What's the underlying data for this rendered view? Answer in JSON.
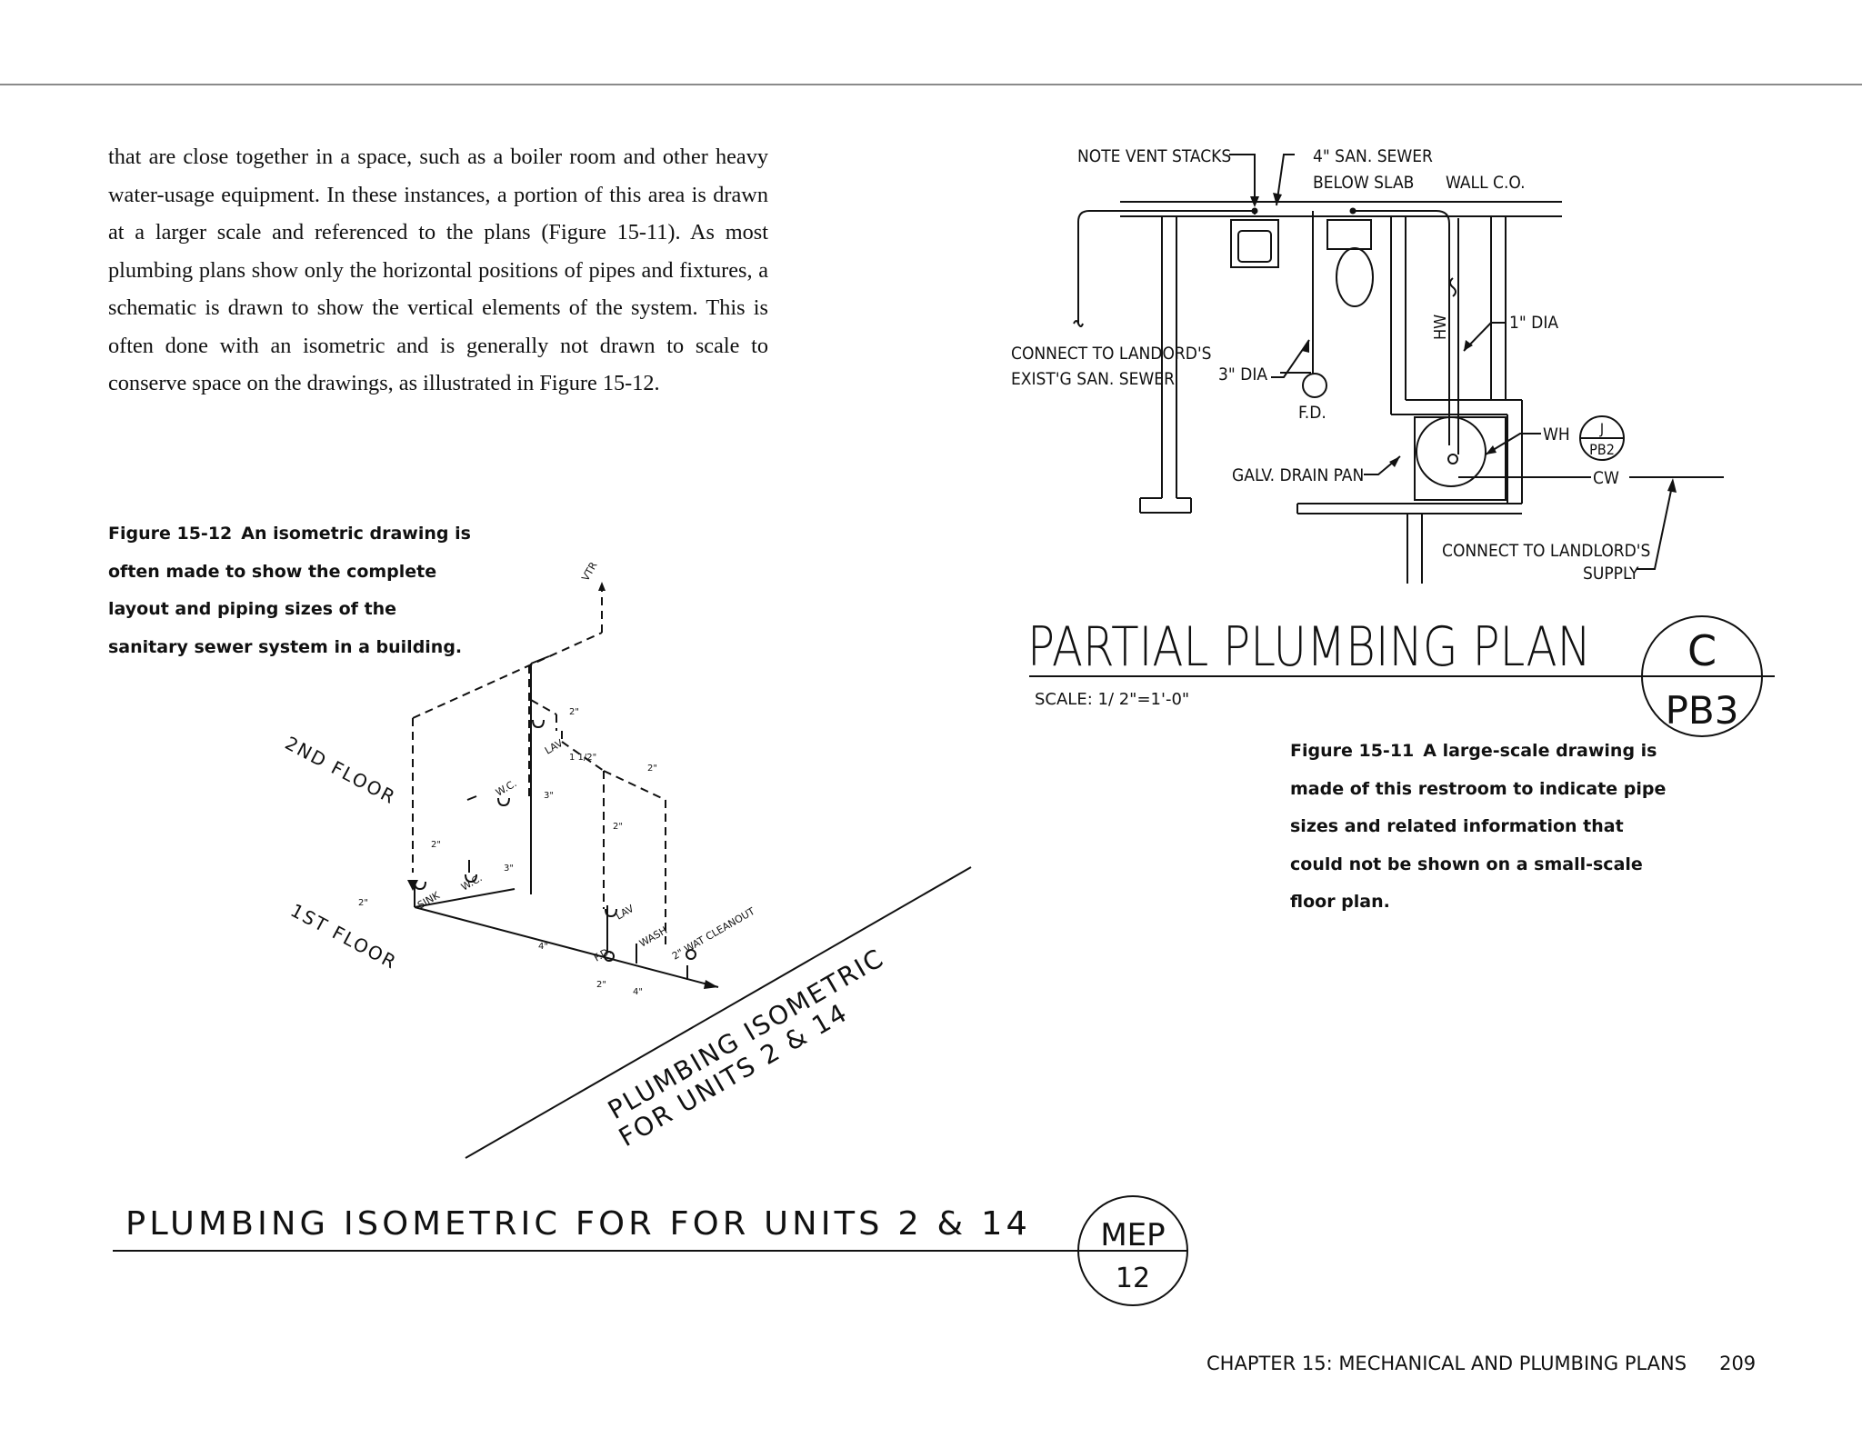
{
  "body_paragraph": "that are close together in a space, such as a boiler room and other heavy water-usage equipment. In these instances, a portion of this area is drawn at a larger scale and referenced to the plans (Figure 15-11). As most plumbing plans show only the horizontal positions of pipes and fixtures, a schematic is drawn to show the vertical elements of the system. This is often done with an isometric and is generally not drawn to scale to conserve space on the drawings, as illustrated in Figure 15-12.",
  "figure_15_12": {
    "label": "Figure 15-12",
    "caption": "An isometric drawing is often made to show the complete layout and piping sizes of the sanitary sewer system in a building.",
    "labels": {
      "vtr": "VTR",
      "second_floor": "2ND FLOOR",
      "first_floor": "1ST FLOOR",
      "lav_upper": "LAV",
      "wc_upper": "W.C.",
      "sink": "SINK",
      "wc_lower": "W.C.",
      "lav_lower": "LAV",
      "fd": "F.D.",
      "wash": "WASH",
      "cleanout": "2\" WAT CLEANOUT",
      "size_2": "2\"",
      "size_1_5": "1 1/2\"",
      "size_3": "3\"",
      "size_4": "4\"",
      "diagonal_line1": "PLUMBING ISOMETRIC",
      "diagonal_line2": "FOR UNITS 2 & 14"
    },
    "title": "PLUMBING ISOMETRIC FOR FOR UNITS 2 & 14",
    "bubble_top": "MEP",
    "bubble_bottom": "12"
  },
  "figure_15_11": {
    "label": "Figure 15-11",
    "caption": "A large-scale drawing is made of this restroom to indicate pipe sizes and related information that could not be shown on a small-scale floor plan.",
    "labels": {
      "note_vent": "NOTE VENT STACKS",
      "san_sewer_1": "4\" SAN. SEWER",
      "san_sewer_2": "BELOW SLAB",
      "wall_co": "WALL C.O.",
      "hw": "HW",
      "dia_1": "1\" DIA",
      "connect_sewer_1": "CONNECT TO LANDORD'S",
      "connect_sewer_2": "EXIST'G SAN. SEWER",
      "dia_3": "3\" DIA",
      "fd": "F.D.",
      "wh": "WH",
      "detail_j": "J",
      "detail_pb2": "PB2",
      "drain_pan": "GALV. DRAIN PAN",
      "cw": "CW",
      "connect_supply_1": "CONNECT TO LANDLORD'S",
      "connect_supply_2": "SUPPLY"
    },
    "title": "PARTIAL PLUMBING PLAN",
    "scale": "SCALE: 1/ 2\"=1'-0\"",
    "bubble_top": "C",
    "bubble_bottom": "PB3"
  },
  "footer": {
    "chapter": "CHAPTER 15: MECHANICAL AND PLUMBING PLANS",
    "page_number": "209"
  }
}
